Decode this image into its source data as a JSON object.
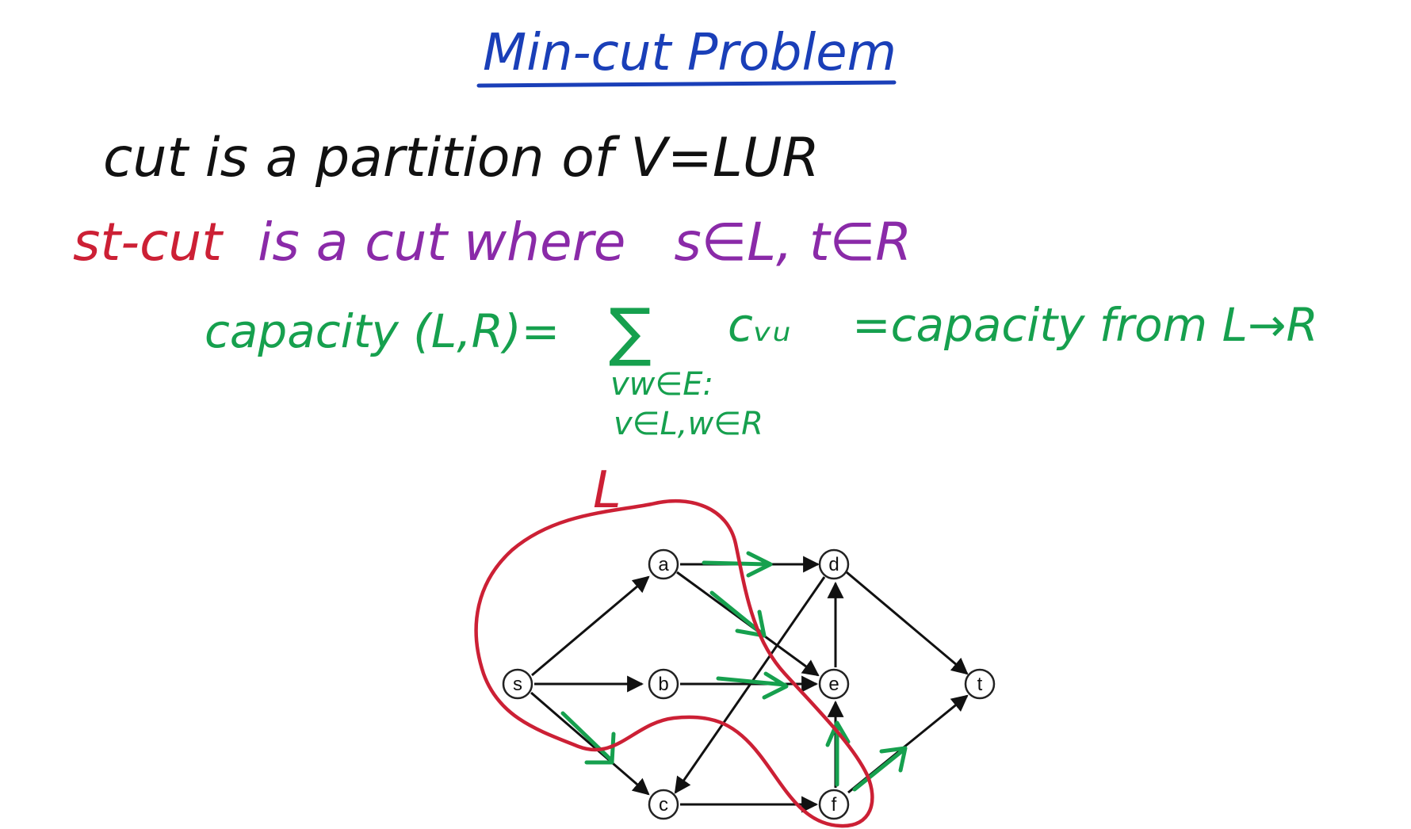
{
  "title": "Min-cut Problem",
  "line1": "cut is a partition of V=LUR",
  "line2": {
    "st_cut": "st-cut",
    "rest": "is a cut where",
    "cond": "s∈L, t∈R"
  },
  "line3": {
    "lhs": "capacity (L,R)=",
    "sum": "∑",
    "term": "cᵥᵤ",
    "rhs": "=capacity from L→R",
    "sub1": "vw∈E:",
    "sub2": "v∈L,w∈R"
  },
  "cut_label": "L",
  "graph": {
    "nodes": [
      {
        "id": "s",
        "label": "s"
      },
      {
        "id": "a",
        "label": "a"
      },
      {
        "id": "b",
        "label": "b"
      },
      {
        "id": "c",
        "label": "c"
      },
      {
        "id": "d",
        "label": "d"
      },
      {
        "id": "e",
        "label": "e"
      },
      {
        "id": "f",
        "label": "f"
      },
      {
        "id": "t",
        "label": "t"
      }
    ],
    "edges": [
      {
        "from": "s",
        "to": "a"
      },
      {
        "from": "s",
        "to": "b"
      },
      {
        "from": "s",
        "to": "c"
      },
      {
        "from": "a",
        "to": "d"
      },
      {
        "from": "a",
        "to": "e"
      },
      {
        "from": "b",
        "to": "e"
      },
      {
        "from": "c",
        "to": "f"
      },
      {
        "from": "d",
        "to": "c"
      },
      {
        "from": "d",
        "to": "t"
      },
      {
        "from": "e",
        "to": "d"
      },
      {
        "from": "f",
        "to": "e"
      },
      {
        "from": "f",
        "to": "t"
      }
    ],
    "cut_edges_marked": [
      {
        "from": "a",
        "to": "d"
      },
      {
        "from": "a",
        "to": "e"
      },
      {
        "from": "b",
        "to": "e"
      },
      {
        "from": "s",
        "to": "c"
      },
      {
        "from": "f",
        "to": "e"
      },
      {
        "from": "f",
        "to": "t"
      }
    ]
  },
  "colors": {
    "title": "#1a3fb8",
    "text": "#111111",
    "red": "#cc2035",
    "purple": "#8a2aa8",
    "green": "#16a04e"
  }
}
